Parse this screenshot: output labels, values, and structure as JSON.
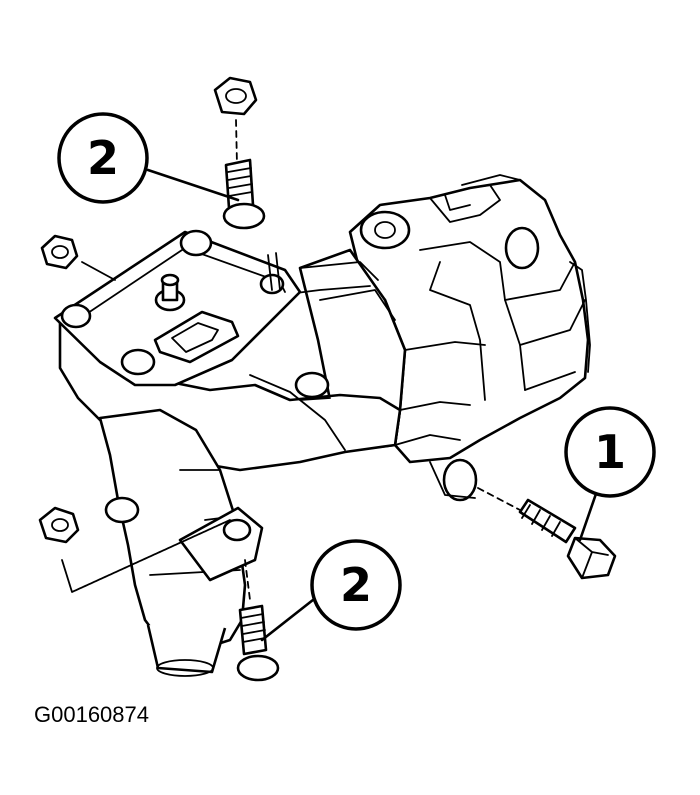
{
  "figure_id": "G00160874",
  "callouts": [
    {
      "id": "upper-mounting-bolt",
      "label": "2"
    },
    {
      "id": "lower-mounting-bolt",
      "label": "2"
    },
    {
      "id": "side-mounting-bolt",
      "label": "1"
    }
  ],
  "colors": {
    "line": "#000000",
    "background": "#ffffff"
  }
}
